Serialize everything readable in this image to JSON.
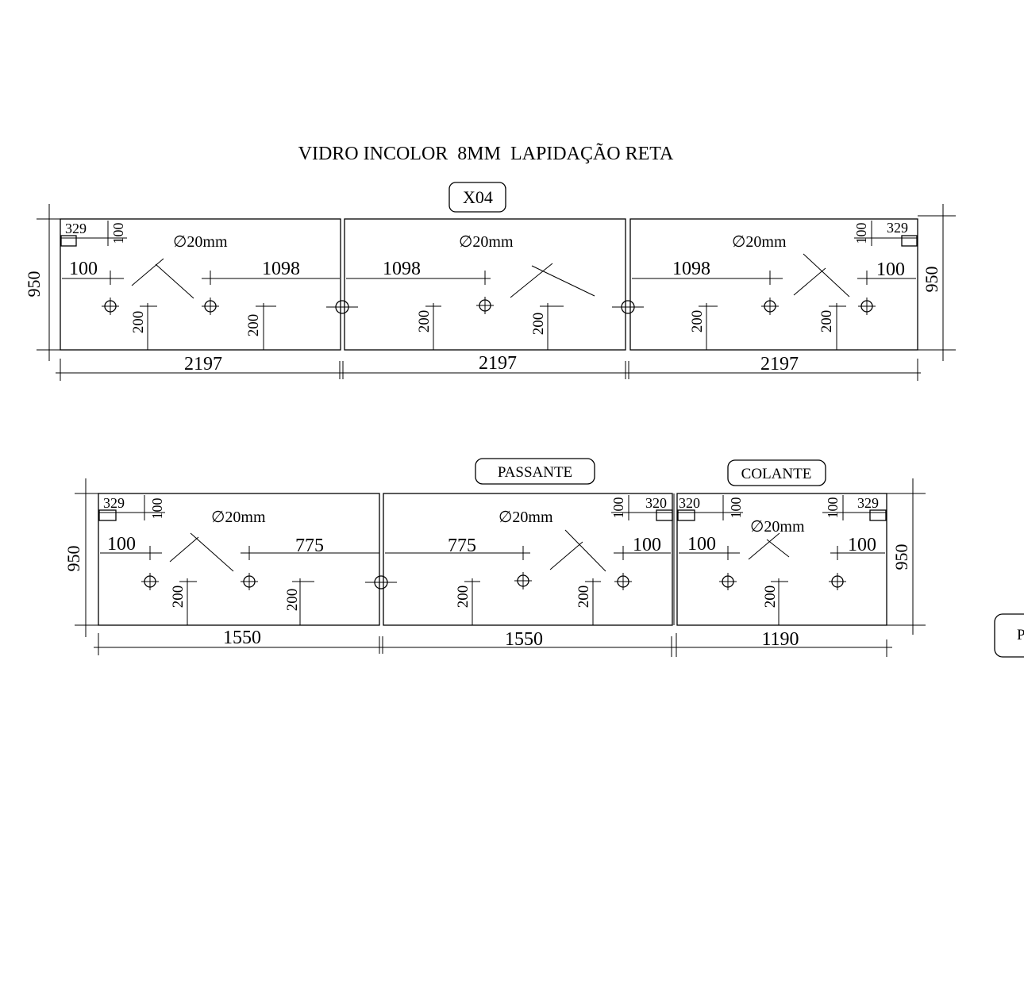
{
  "title": "VIDRO INCOLOR  8MM  LAPIDAÇÃO RETA",
  "tags": {
    "quantity": "X04",
    "passante": "PASSANTE",
    "colante": "COLANTE",
    "cut_off": "P"
  },
  "hole_spec": "∅20mm",
  "top_row": {
    "height_left": "950",
    "height_right": "950",
    "panels": [
      {
        "width": "2197",
        "notch_w": "329",
        "notch_h": "100",
        "edge": "100",
        "span": "1098",
        "hole_offset_a": "200",
        "hole_offset_b": "200"
      },
      {
        "width": "2197",
        "span": "1098",
        "hole_offset_a": "200",
        "hole_offset_b": "200"
      },
      {
        "width": "2197",
        "notch_w": "329",
        "notch_h": "100",
        "edge": "100",
        "span": "1098",
        "hole_offset_a": "200",
        "hole_offset_b": "200"
      }
    ]
  },
  "bottom_row": {
    "height_left": "950",
    "height_right": "950",
    "panels": [
      {
        "width": "1550",
        "notch_w": "329",
        "notch_h": "100",
        "edge": "100",
        "span": "775",
        "hole_offset_a": "200",
        "hole_offset_b": "200"
      },
      {
        "width": "1550",
        "notch_w": "320",
        "notch_h": "100",
        "edge": "100",
        "span": "775",
        "hole_offset_a": "200",
        "hole_offset_b": "200"
      },
      {
        "width": "1190",
        "notch_w_left": "320",
        "notch_h_left": "100",
        "notch_w_right": "329",
        "notch_h_right": "100",
        "edge_left": "100",
        "edge_right": "100",
        "hole_offset": "200"
      }
    ]
  }
}
